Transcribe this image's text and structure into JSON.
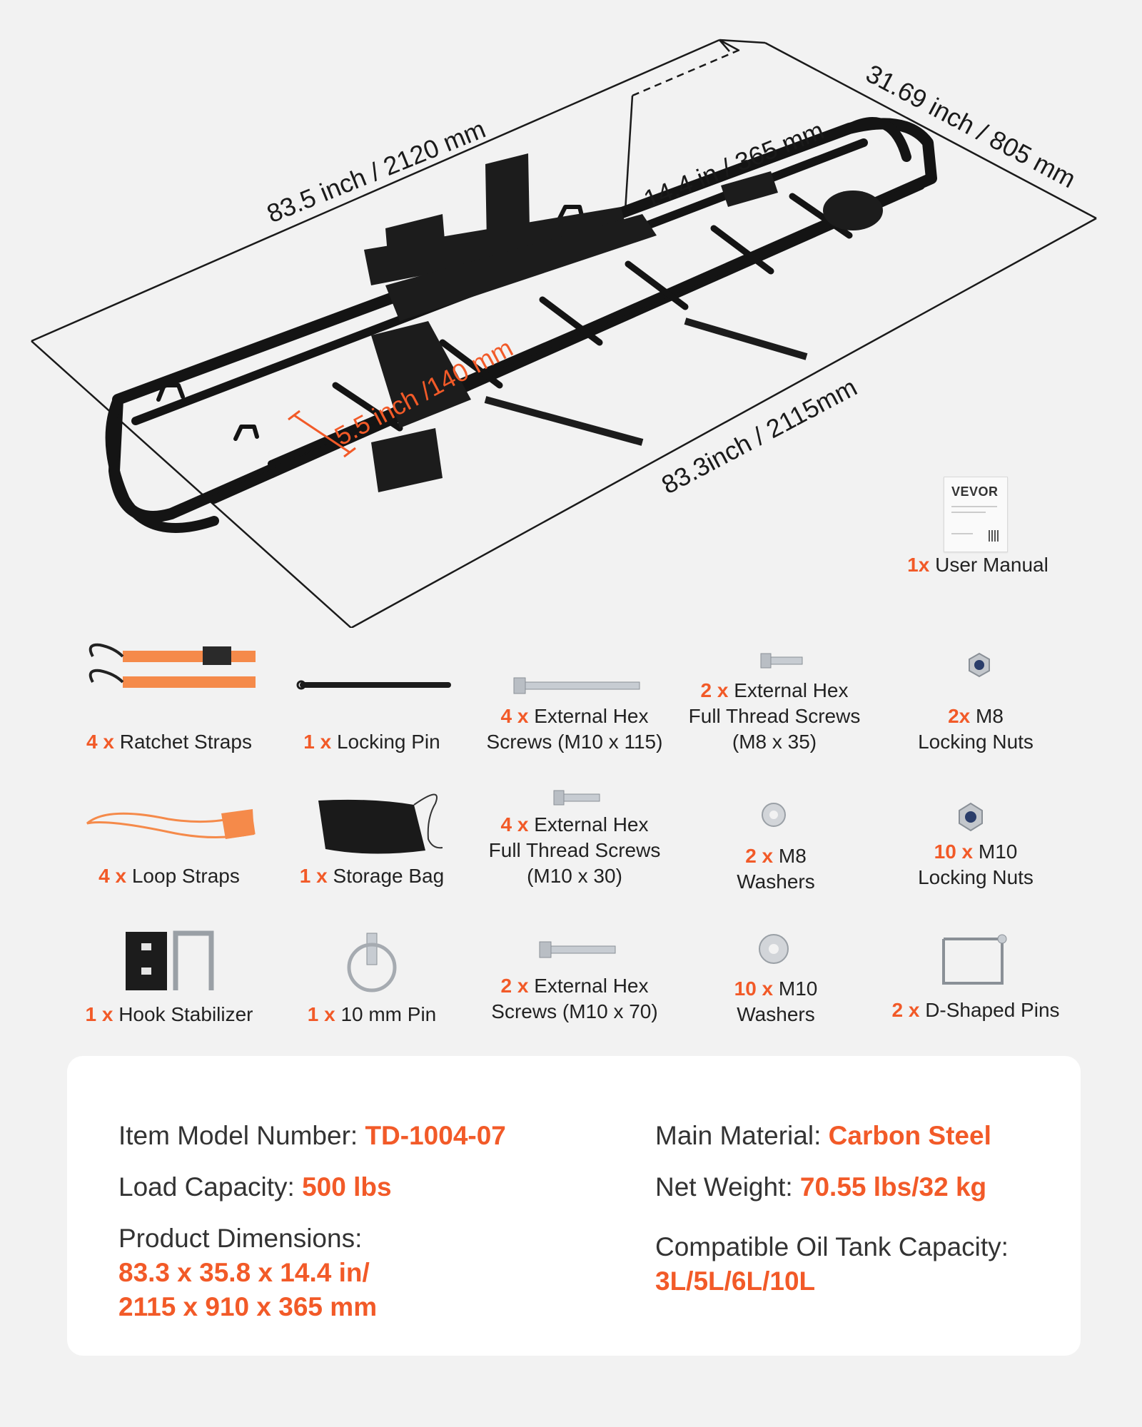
{
  "dimensions": {
    "length_top": "83.5 inch / 2120 mm",
    "width": "31.69 inch / 805 mm",
    "height": "14.4 in  / 365 mm",
    "basket_depth": "5.5 inch /140 mm",
    "length_bottom": "83.3inch  / 2115mm"
  },
  "manual": {
    "brand": "VEVOR",
    "qty": "1x",
    "name": "User Manual"
  },
  "parts": [
    {
      "qty": "4 x",
      "lines": [
        "Ratchet Straps"
      ]
    },
    {
      "qty": "1 x",
      "lines": [
        "Locking Pin"
      ]
    },
    {
      "qty": "4 x",
      "lines": [
        "External Hex",
        "Screws (M10 x 115)"
      ]
    },
    {
      "qty": "2 x",
      "lines": [
        "External Hex",
        "Full Thread Screws",
        "(M8 x 35)"
      ]
    },
    {
      "qty": "2x",
      "lines": [
        "M8",
        "Locking Nuts"
      ]
    },
    {
      "qty": "4 x",
      "lines": [
        "Loop Straps"
      ]
    },
    {
      "qty": "1 x",
      "lines": [
        "Storage Bag"
      ]
    },
    {
      "qty": "4 x",
      "lines": [
        "External Hex",
        "Full Thread Screws",
        "(M10 x 30)"
      ]
    },
    {
      "qty": "2 x",
      "lines": [
        "M8",
        "Washers"
      ]
    },
    {
      "qty": "10 x",
      "lines": [
        "M10",
        "Locking Nuts"
      ]
    },
    {
      "qty": "1 x",
      "lines": [
        "Hook Stabilizer"
      ]
    },
    {
      "qty": "1 x",
      "lines": [
        "10 mm Pin"
      ]
    },
    {
      "qty": "2 x",
      "lines": [
        "External Hex",
        "Screws (M10 x 70)"
      ]
    },
    {
      "qty": "10 x",
      "lines": [
        "M10",
        "Washers"
      ]
    },
    {
      "qty": "2 x",
      "lines": [
        "D-Shaped Pins"
      ]
    }
  ],
  "specs": {
    "model_label": "Item Model Number:",
    "model_value": "TD-1004-07",
    "load_label": "Load Capacity:",
    "load_value": "500 lbs",
    "dims_label": "Product Dimensions:",
    "dims_value_1": "83.3 x 35.8 x 14.4 in/",
    "dims_value_2": "2115 x 910 x 365 mm",
    "material_label": "Main Material:",
    "material_value": "Carbon Steel",
    "weight_label": "Net Weight:",
    "weight_value": "70.55 lbs/32 kg",
    "oil_label": "Compatible Oil Tank Capacity:",
    "oil_value": "3L/5L/6L/10L"
  },
  "colors": {
    "accent": "#f25a28",
    "strap": "#f58a4a",
    "steel": "#1c1c1c"
  }
}
